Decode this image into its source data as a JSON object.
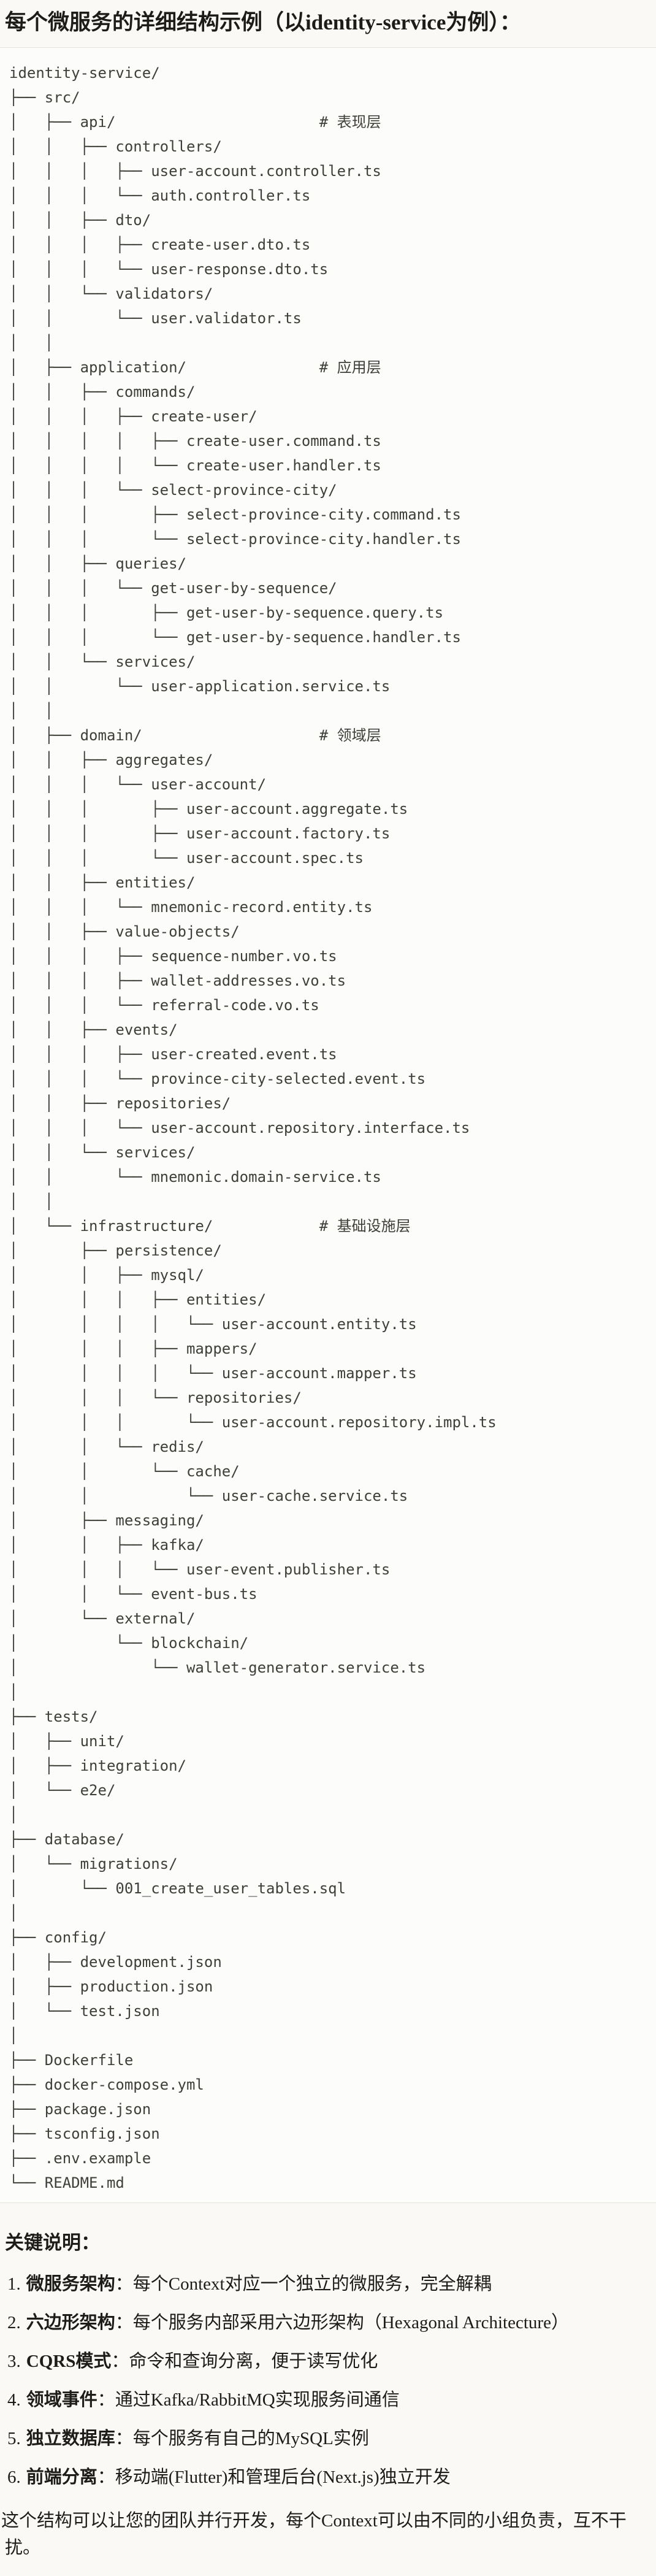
{
  "title": "每个微服务的详细结构示例（以identity-service为例）：",
  "code_block": {
    "bg": "#FCFCFA",
    "border_color": "#E4E2DB",
    "text_color": "#3F3E39",
    "lines": [
      "identity-service/",
      "├── src/",
      "│   ├── api/                       # 表现层",
      "│   │   ├── controllers/",
      "│   │   │   ├── user-account.controller.ts",
      "│   │   │   └── auth.controller.ts",
      "│   │   ├── dto/",
      "│   │   │   ├── create-user.dto.ts",
      "│   │   │   └── user-response.dto.ts",
      "│   │   └── validators/",
      "│   │       └── user.validator.ts",
      "│   │",
      "│   ├── application/               # 应用层",
      "│   │   ├── commands/",
      "│   │   │   ├── create-user/",
      "│   │   │   │   ├── create-user.command.ts",
      "│   │   │   │   └── create-user.handler.ts",
      "│   │   │   └── select-province-city/",
      "│   │   │       ├── select-province-city.command.ts",
      "│   │   │       └── select-province-city.handler.ts",
      "│   │   ├── queries/",
      "│   │   │   └── get-user-by-sequence/",
      "│   │   │       ├── get-user-by-sequence.query.ts",
      "│   │   │       └── get-user-by-sequence.handler.ts",
      "│   │   └── services/",
      "│   │       └── user-application.service.ts",
      "│   │",
      "│   ├── domain/                    # 领域层",
      "│   │   ├── aggregates/",
      "│   │   │   └── user-account/",
      "│   │   │       ├── user-account.aggregate.ts",
      "│   │   │       ├── user-account.factory.ts",
      "│   │   │       └── user-account.spec.ts",
      "│   │   ├── entities/",
      "│   │   │   └── mnemonic-record.entity.ts",
      "│   │   ├── value-objects/",
      "│   │   │   ├── sequence-number.vo.ts",
      "│   │   │   ├── wallet-addresses.vo.ts",
      "│   │   │   └── referral-code.vo.ts",
      "│   │   ├── events/",
      "│   │   │   ├── user-created.event.ts",
      "│   │   │   └── province-city-selected.event.ts",
      "│   │   ├── repositories/",
      "│   │   │   └── user-account.repository.interface.ts",
      "│   │   └── services/",
      "│   │       └── mnemonic.domain-service.ts",
      "│   │",
      "│   └── infrastructure/            # 基础设施层",
      "│       ├── persistence/",
      "│       │   ├── mysql/",
      "│       │   │   ├── entities/",
      "│       │   │   │   └── user-account.entity.ts",
      "│       │   │   ├── mappers/",
      "│       │   │   │   └── user-account.mapper.ts",
      "│       │   │   └── repositories/",
      "│       │   │       └── user-account.repository.impl.ts",
      "│       │   └── redis/",
      "│       │       └── cache/",
      "│       │           └── user-cache.service.ts",
      "│       ├── messaging/",
      "│       │   ├── kafka/",
      "│       │   │   └── user-event.publisher.ts",
      "│       │   └── event-bus.ts",
      "│       └── external/",
      "│           └── blockchain/",
      "│               └── wallet-generator.service.ts",
      "│",
      "├── tests/",
      "│   ├── unit/",
      "│   ├── integration/",
      "│   └── e2e/",
      "│",
      "├── database/",
      "│   └── migrations/",
      "│       └── 001_create_user_tables.sql",
      "│",
      "├── config/",
      "│   ├── development.json",
      "│   ├── production.json",
      "│   └── test.json",
      "│",
      "├── Dockerfile",
      "├── docker-compose.yml",
      "├── package.json",
      "├── tsconfig.json",
      "├── .env.example",
      "└── README.md"
    ]
  },
  "notes": {
    "heading": "关键说明：",
    "items": [
      {
        "num": "1.",
        "term": "微服务架构",
        "text": "：每个Context对应一个独立的微服务，完全解耦"
      },
      {
        "num": "2.",
        "term": "六边形架构",
        "text": "：每个服务内部采用六边形架构（Hexagonal Architecture）"
      },
      {
        "num": "3.",
        "term": "CQRS模式",
        "text": "：命令和查询分离，便于读写优化"
      },
      {
        "num": "4.",
        "term": "领域事件",
        "text": "：通过Kafka/RabbitMQ实现服务间通信"
      },
      {
        "num": "5.",
        "term": "独立数据库",
        "text": "：每个服务有自己的MySQL实例"
      },
      {
        "num": "6.",
        "term": "前端分离",
        "text": "：移动端(Flutter)和管理后台(Next.js)独立开发"
      }
    ],
    "footer": "这个结构可以让您的团队并行开发，每个Context可以由不同的小组负责，互不干扰。"
  },
  "colors": {
    "page_bg": "#FAF9F5",
    "text": "#1D1C18"
  }
}
